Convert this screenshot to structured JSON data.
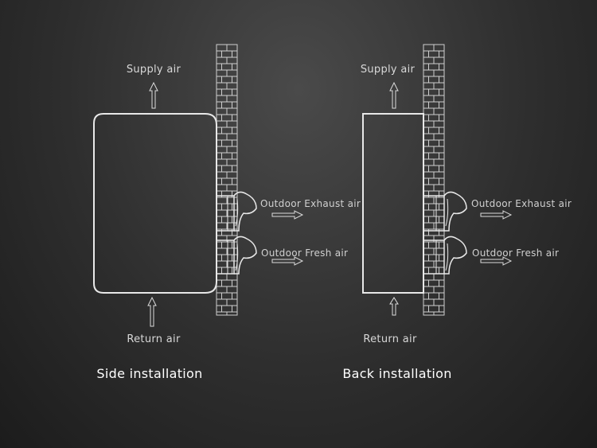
{
  "panels": [
    {
      "supply": "Supply air",
      "return": "Return air",
      "exhaust": "Outdoor Exhaust air",
      "fresh": "Outdoor Fresh air",
      "caption": "Side installation"
    },
    {
      "supply": "Supply air",
      "return": "Return air",
      "exhaust": "Outdoor Exhaust air",
      "fresh": "Outdoor Fresh air",
      "caption": "Back installation"
    }
  ]
}
